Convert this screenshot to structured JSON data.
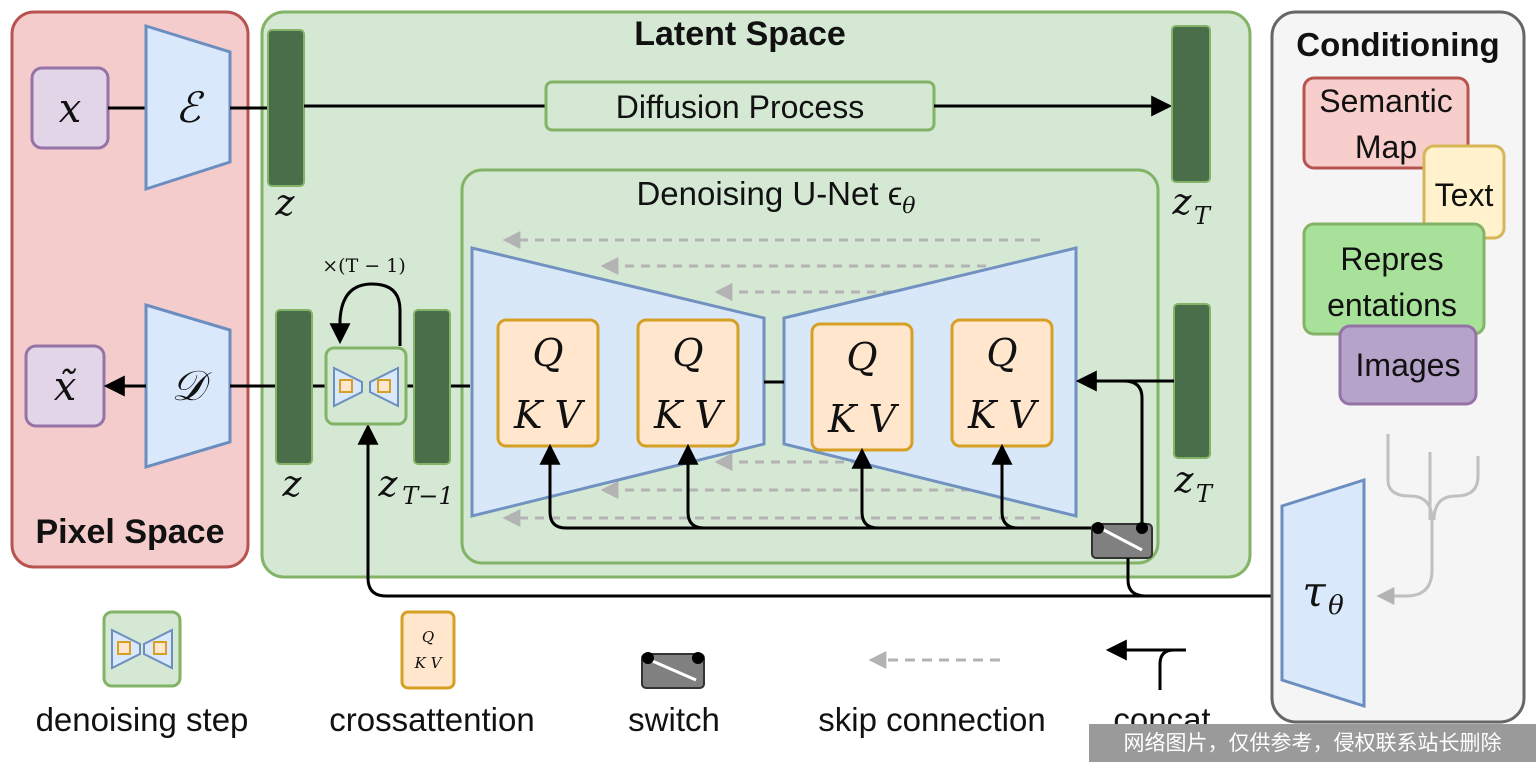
{
  "panels": {
    "pixel_space": "Pixel Space",
    "latent_space": "Latent Space",
    "conditioning": "Conditioning"
  },
  "symbols": {
    "x": "x",
    "x_tilde": "x̃",
    "encoder": "ℰ",
    "decoder": "𝒟",
    "z": "z",
    "z_T": "z",
    "z_T_sub": "T",
    "z_T_minus_1": "z",
    "z_T_minus_1_sub": "T−1",
    "tau": "τ",
    "tau_sub": "θ",
    "repeat": "×(T − 1)"
  },
  "latent": {
    "diffusion_process": "Diffusion Process",
    "unet_title": "Denoising U-Net ϵ",
    "unet_title_sub": "θ"
  },
  "attention_block": {
    "q": "Q",
    "kv": "K V"
  },
  "conditioning_items": {
    "semantic_map_line1": "Semantic",
    "semantic_map_line2": "Map",
    "text": "Text",
    "representations_line1": "Repres",
    "representations_line2": "entations",
    "images": "Images"
  },
  "legend": {
    "denoising_step": "denoising step",
    "crossattention": "crossattention",
    "switch": "switch",
    "skip_connection": "skip connection",
    "concat": "concat"
  },
  "watermark": "网络图片，仅供参考，侵权联系站长删除",
  "colors": {
    "pixel_bg": "#f4cccc",
    "pixel_border": "#b85450",
    "latent_bg": "#d5e8d4",
    "latent_border": "#82b366",
    "dark_green": "#4a6e4a",
    "encoder_fill": "#dae8fc",
    "encoder_border": "#6c8ebf",
    "attn_fill": "#ffe6cc",
    "attn_border": "#d6a024",
    "cond_bg": "#f5f5f5",
    "cond_border": "#666666",
    "semantic_fill": "#f8cecc",
    "text_fill": "#fff2cc",
    "repr_fill": "#a8e19a",
    "images_fill": "#b5a3c9",
    "x_fill": "#e1d5e7",
    "x_border": "#9673a6"
  }
}
